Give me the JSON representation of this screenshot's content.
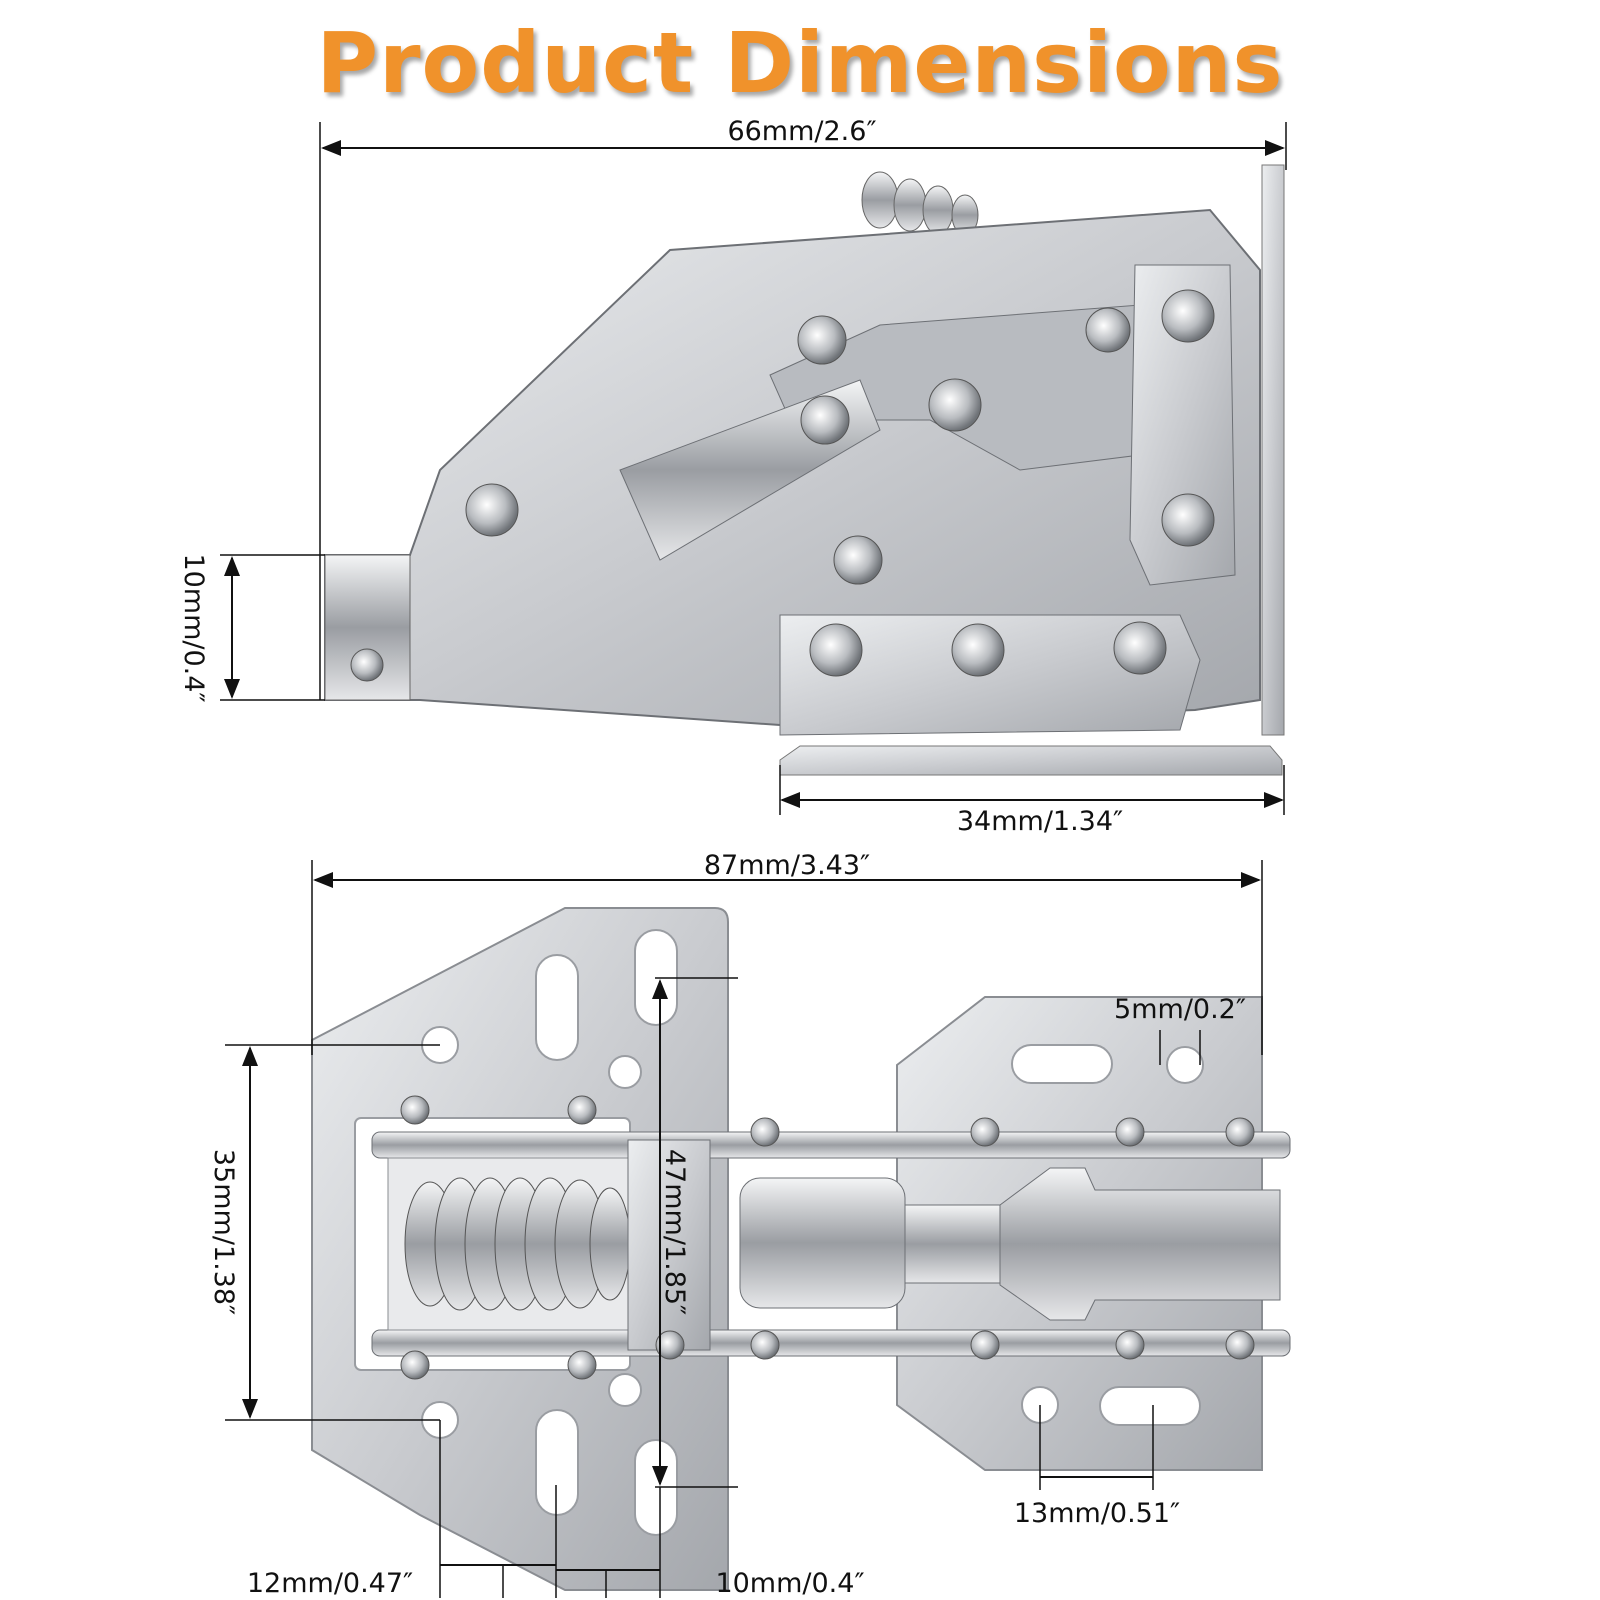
{
  "title": "Product Dimensions",
  "colors": {
    "title": "#f0922b",
    "metal_light": "#dcdde0",
    "metal_dark": "#8d9096",
    "line": "#111111"
  },
  "side_view": {
    "dim_width": "66mm/2.6″",
    "dim_height": "10mm/0.4″",
    "dim_base": "34mm/1.34″"
  },
  "front_view": {
    "dim_width": "87mm/3.43″",
    "dim_hole": "5mm/0.2″",
    "dim_plate_height": "35mm/1.38″",
    "dim_slot_height": "47mm/1.85″",
    "dim_slot_spacing": "13mm/0.51″",
    "dim_left_offset": "12mm/0.47″",
    "dim_slot_offset": "10mm/0.4″"
  }
}
